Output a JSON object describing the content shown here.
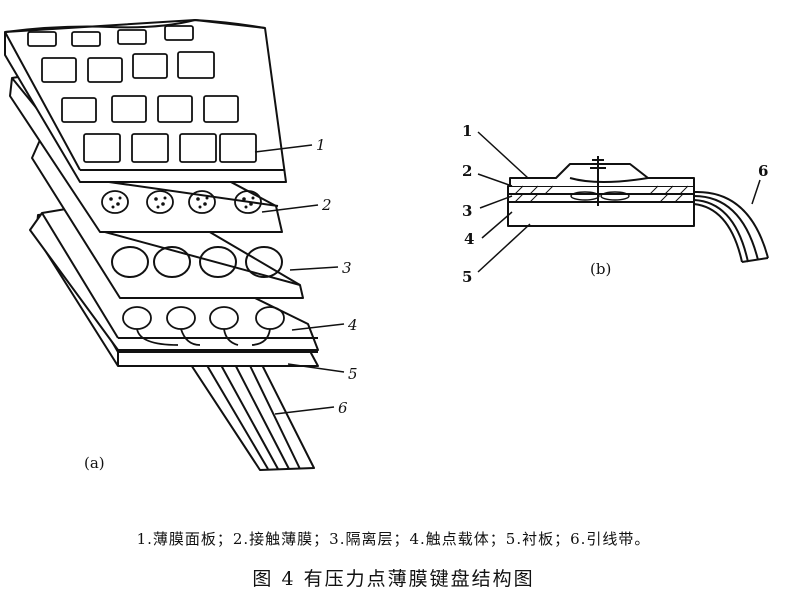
{
  "figure": {
    "panel_a_label": "(a)",
    "panel_b_label": "(b)",
    "callouts_a": [
      "1",
      "2",
      "3",
      "4",
      "5",
      "6"
    ],
    "callouts_b": [
      "1",
      "2",
      "3",
      "4",
      "5",
      "6"
    ],
    "legend": "1.薄膜面板；2.接触薄膜；3.隔离层；4.触点载体；5.衬板；6.引线带。",
    "title": "图 4   有压力点薄膜键盘结构图"
  }
}
